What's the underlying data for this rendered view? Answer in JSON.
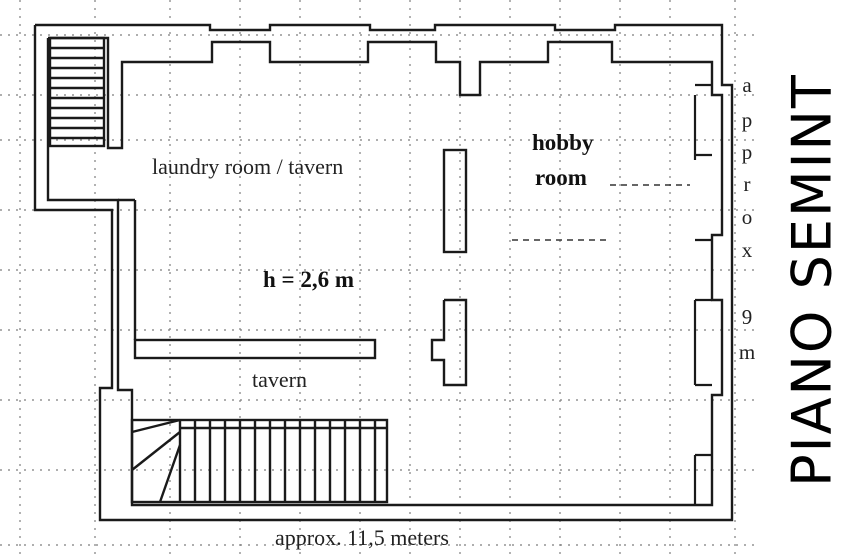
{
  "floor_plan": {
    "side_title": "PIANO SEMINT",
    "rooms": {
      "laundry": "laundry room / tavern",
      "hobby_line1": "hobby",
      "hobby_line2": "room",
      "tavern": "tavern",
      "height": "h = 2,6 m"
    },
    "dimensions": {
      "width_label": "approx. 11,5 meters",
      "height_chars": [
        "a",
        "p",
        "p",
        "r",
        "o",
        "x",
        "9",
        "m"
      ]
    }
  }
}
